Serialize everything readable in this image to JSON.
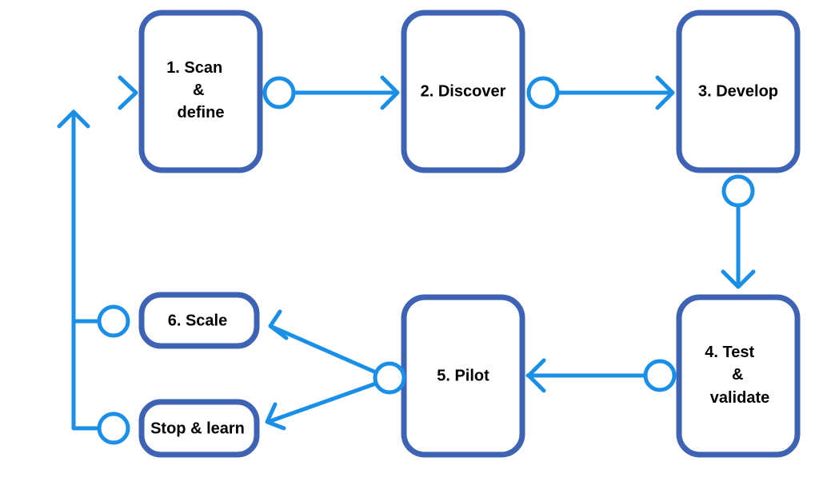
{
  "colors": {
    "box_stroke": "#3F63B4",
    "box_fill": "#FFFFFF",
    "connector": "#1A8FE8",
    "text": "#000000"
  },
  "steps": [
    {
      "id": "scan",
      "lines": [
        "1. Scan",
        "&",
        "define"
      ]
    },
    {
      "id": "discover",
      "lines": [
        "2. Discover"
      ]
    },
    {
      "id": "develop",
      "lines": [
        "3. Develop"
      ]
    },
    {
      "id": "test",
      "lines": [
        "4. Test",
        "&",
        "validate"
      ]
    },
    {
      "id": "pilot",
      "lines": [
        "5. Pilot"
      ]
    },
    {
      "id": "scale",
      "lines": [
        "6. Scale"
      ]
    },
    {
      "id": "stop",
      "lines": [
        "Stop & learn"
      ]
    }
  ]
}
